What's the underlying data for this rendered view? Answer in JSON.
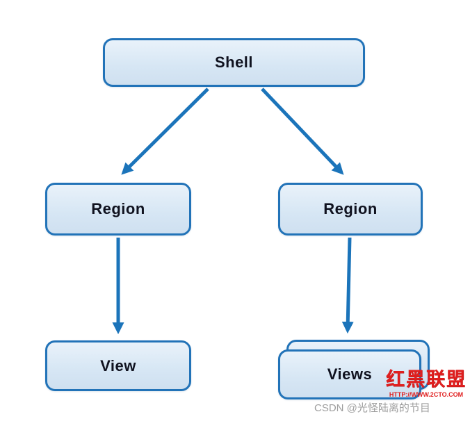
{
  "diagram": {
    "title": "Shell, Region and View composition diagram",
    "nodes": {
      "shell": {
        "label": "Shell"
      },
      "region_left": {
        "label": "Region"
      },
      "region_right": {
        "label": "Region"
      },
      "view": {
        "label": "View"
      },
      "views": {
        "label": "Views"
      }
    },
    "edges": [
      {
        "from": "shell",
        "to": "region_left"
      },
      {
        "from": "shell",
        "to": "region_right"
      },
      {
        "from": "region_left",
        "to": "view"
      },
      {
        "from": "region_right",
        "to": "views"
      }
    ],
    "colors": {
      "node_border": "#2273b8",
      "node_fill": "#d9e7f5",
      "arrow": "#1b74ba",
      "label_text": "#10121f"
    }
  },
  "watermark": {
    "logo_text": "红黑联盟",
    "logo_url": "HTTP://WWW.2CTO.COM",
    "csdn_text": "CSDN @光怪陆离的节目"
  }
}
